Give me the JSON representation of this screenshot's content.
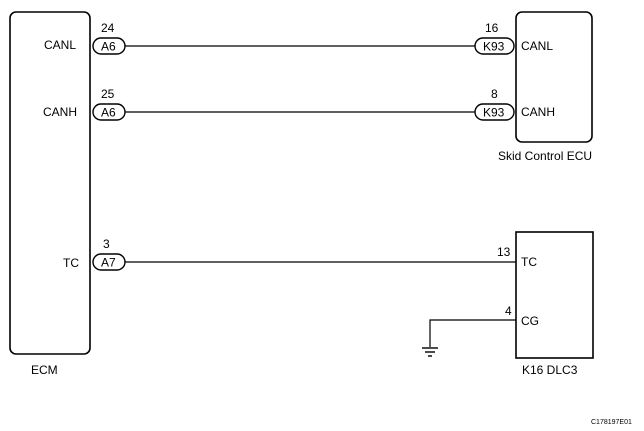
{
  "ecm": {
    "name": "ECM",
    "pins": [
      {
        "label": "CANL",
        "connector": "A6",
        "number": "24"
      },
      {
        "label": "CANH",
        "connector": "A6",
        "number": "25"
      },
      {
        "label": "TC",
        "connector": "A7",
        "number": "3"
      }
    ]
  },
  "skid_control_ecu": {
    "name": "Skid Control ECU",
    "pins": [
      {
        "label": "CANL",
        "connector": "K93",
        "number": "16"
      },
      {
        "label": "CANH",
        "connector": "K93",
        "number": "8"
      }
    ]
  },
  "dlc3": {
    "name": "K16  DLC3",
    "pins": [
      {
        "label": "TC",
        "number": "13"
      },
      {
        "label": "CG",
        "number": "4"
      }
    ]
  },
  "figure_id": "C178197E01"
}
